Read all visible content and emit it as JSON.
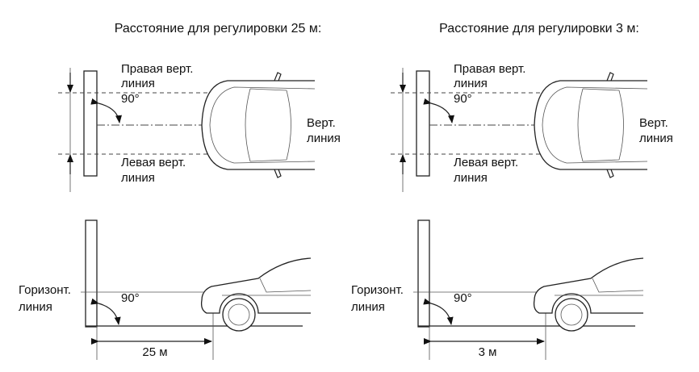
{
  "panels": [
    {
      "title": "Расстояние для регулировки 25 м:",
      "right_line": [
        "Правая верт.",
        "линия"
      ],
      "angle": "90°",
      "center_line": [
        "Верт.",
        "линия"
      ],
      "left_line": [
        "Левая верт.",
        "линия"
      ],
      "horizontal_line": [
        "Горизонт.",
        "линия"
      ],
      "angle_side": "90°",
      "distance": "25 м"
    },
    {
      "title": "Расстояние для регулировки 3 м:",
      "right_line": [
        "Правая верт.",
        "линия"
      ],
      "angle": "90°",
      "center_line": [
        "Верт.",
        "линия"
      ],
      "left_line": [
        "Левая верт.",
        "линия"
      ],
      "horizontal_line": [
        "Горизонт.",
        "линия"
      ],
      "angle_side": "90°",
      "distance": "3 м"
    }
  ]
}
